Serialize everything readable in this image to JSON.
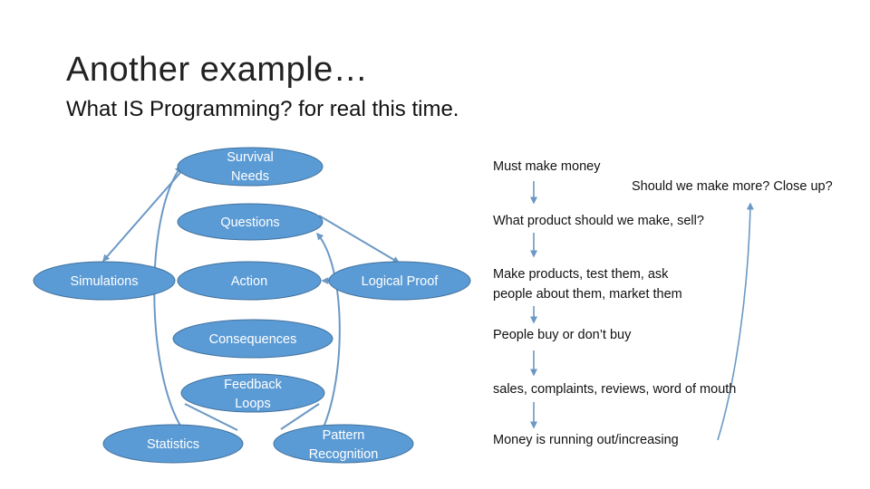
{
  "slide": {
    "title": "Another example…",
    "subtitle": "What IS Programming? for real this time."
  },
  "nodes": {
    "survival": [
      "Survival",
      "Needs"
    ],
    "questions": [
      "Questions"
    ],
    "simulations": [
      "Simulations"
    ],
    "action": [
      "Action"
    ],
    "logical_proof": [
      "Logical Proof"
    ],
    "consequences": [
      "Consequences"
    ],
    "feedback": [
      "Feedback",
      "Loops"
    ],
    "statistics": [
      "Statistics"
    ],
    "pattern": [
      "Pattern",
      "Recognition"
    ]
  },
  "steps": {
    "must_make_money": "Must make money",
    "make_more": "Should we make more? Close up?",
    "what_product": "What product should we make, sell?",
    "make_products_1": "Make products, test them, ask",
    "make_products_2": "people about them, market them",
    "buy_or_not": "People buy or don’t buy",
    "sales": "sales, complaints, reviews, word of mouth",
    "money_running": "Money is running out/increasing"
  },
  "colors": {
    "node_fill": "#5b9bd5",
    "node_stroke": "#41719c",
    "arrow": "#6b98c4",
    "background": "#ffffff"
  }
}
